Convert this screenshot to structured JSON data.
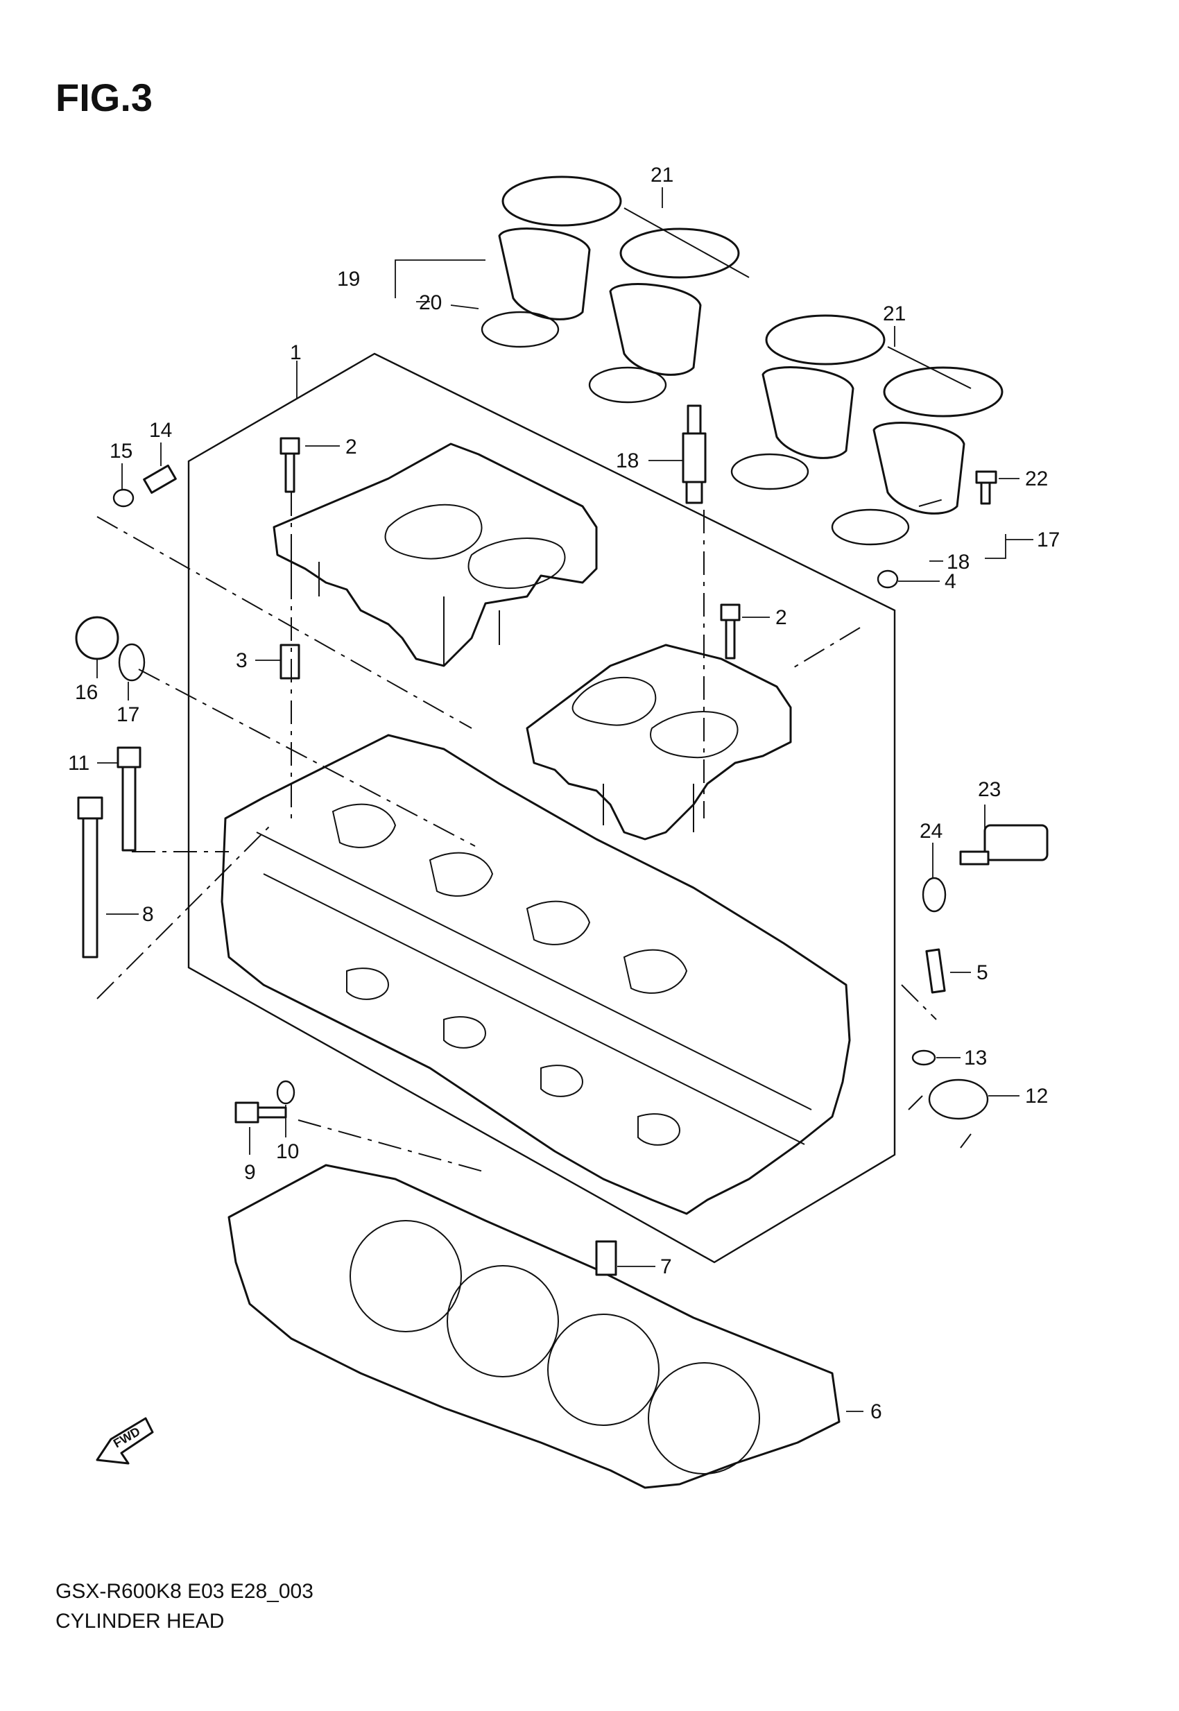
{
  "figure": {
    "title": "FIG.3",
    "model_code": "GSX-R600K8 E03 E28_003",
    "section_name": "CYLINDER HEAD",
    "fwd_label": "FWD"
  },
  "callouts": {
    "p1": "1",
    "p2a": "2",
    "p2b": "2",
    "p3": "3",
    "p4": "4",
    "p5": "5",
    "p6": "6",
    "p7": "7",
    "p8": "8",
    "p9": "9",
    "p10": "10",
    "p11": "11",
    "p12": "12",
    "p13": "13",
    "p14": "14",
    "p15": "15",
    "p16": "16",
    "p17a": "17",
    "p17b": "17",
    "p18a": "18",
    "p18b": "18",
    "p19": "19",
    "p20": "20",
    "p21a": "21",
    "p21b": "21",
    "p22": "22",
    "p23": "23",
    "p24": "24"
  }
}
